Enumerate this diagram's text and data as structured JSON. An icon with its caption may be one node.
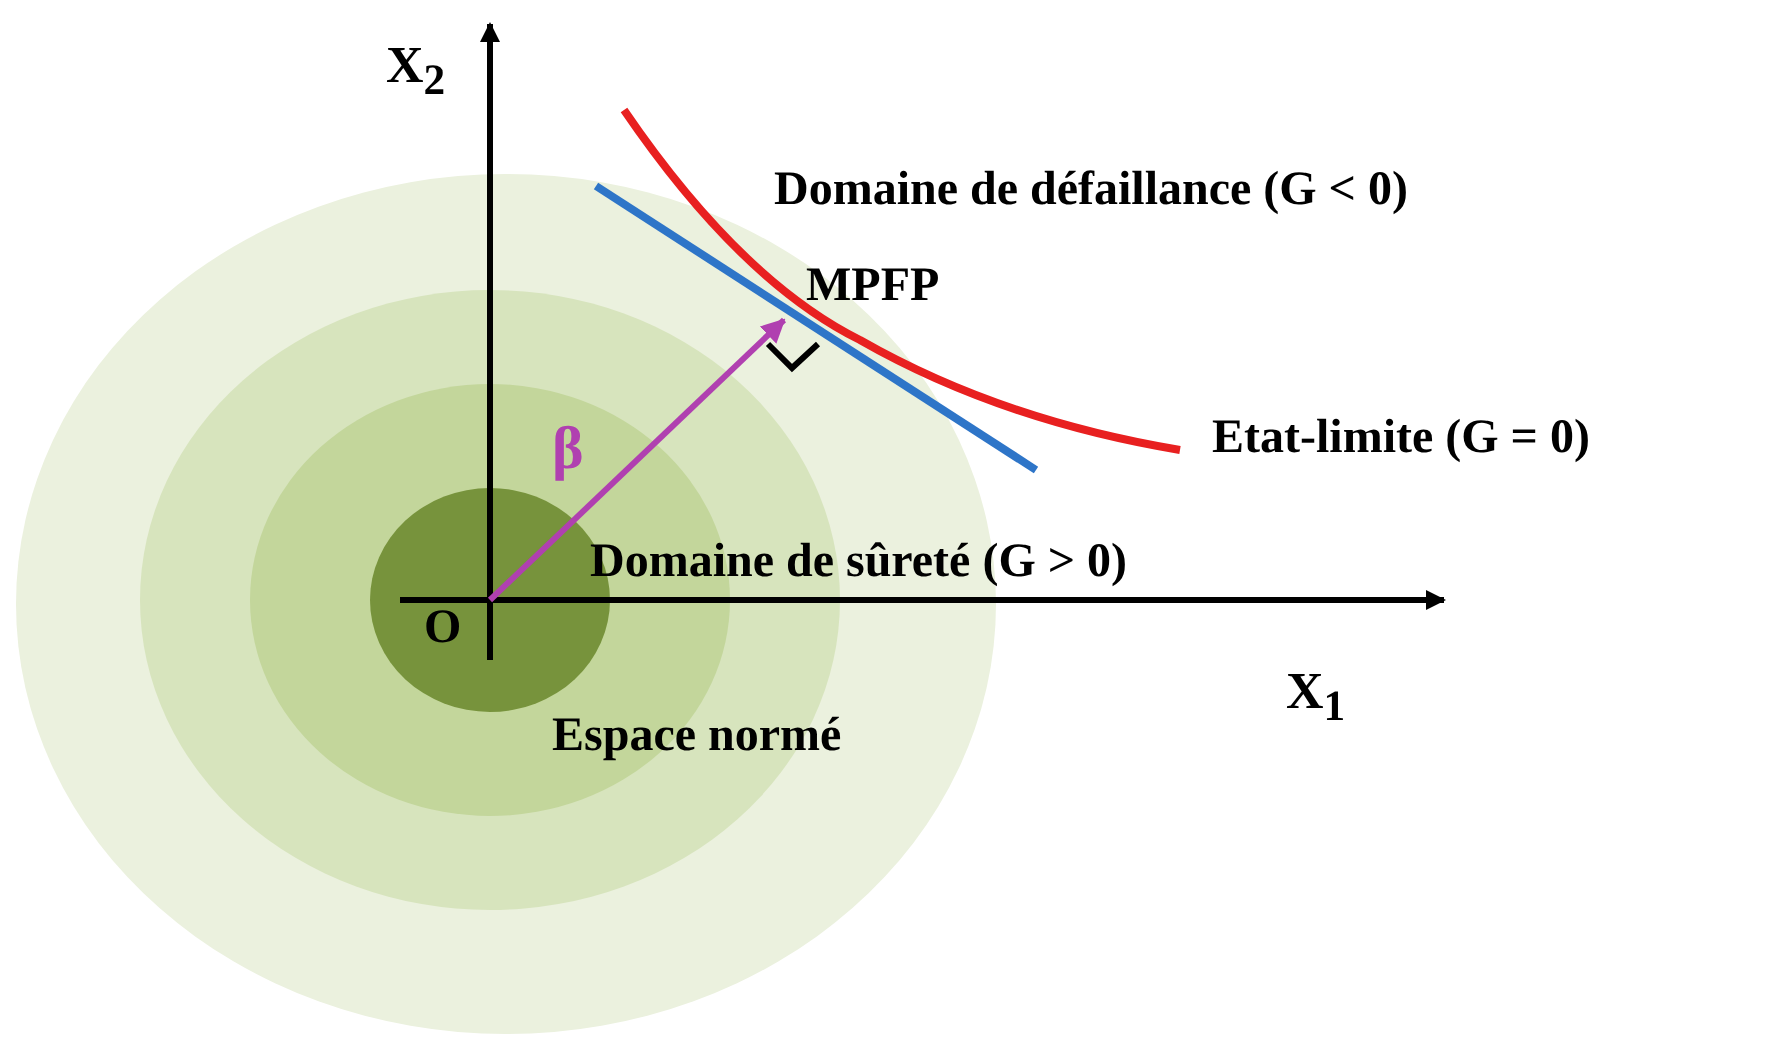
{
  "diagram": {
    "labels": [
      "X$_{2}$",
      "Domaine de défaillance (G < 0)",
      "MPFP",
      "β",
      "Etat-limite (G = 0)",
      "Domaine de sûreté (G > 0)",
      "O",
      "X$_{1}$",
      "Espace normé"
    ]
  }
}
